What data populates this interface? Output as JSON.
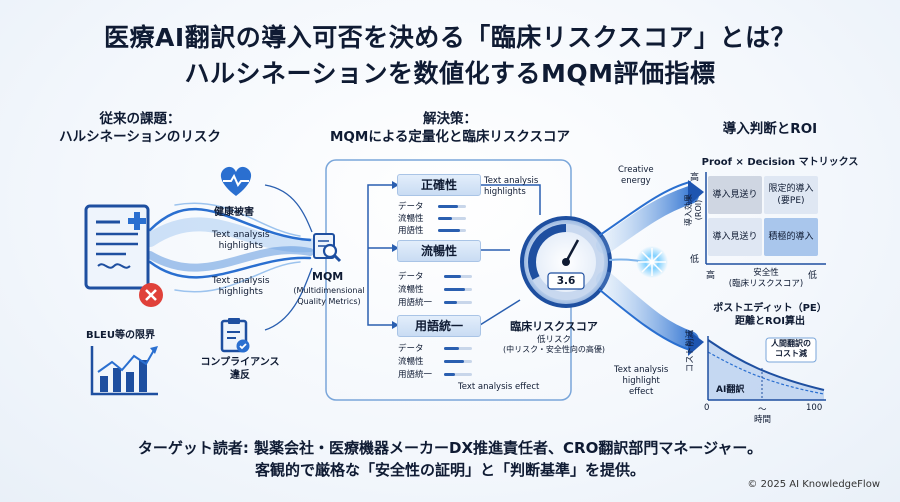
{
  "title_line1": "医療AI翻訳の導入可否を決める「臨床リスクスコア」とは？",
  "title_line2": "ハルシネーションを数値化するMQM評価指標",
  "left": {
    "heading": "従来の課題：\nハルシネーションのリスク",
    "health_harm": "健康被害",
    "text_analysis_1": "Text analysis\nhighlights",
    "text_analysis_2": "Text analysis\nhighlights",
    "compliance": "コンプライアンス\n違反",
    "bleu": "BLEU等の限界"
  },
  "middle": {
    "heading": "解決策：\nMQMによる定量化と臨床リスクスコア",
    "mqm_title": "MQM",
    "mqm_sub": "(Multidimensional\nQuality Metrics)",
    "metrics": [
      {
        "name": "正確性",
        "items": [
          "データ",
          "流暢性",
          "用語性"
        ]
      },
      {
        "name": "流暢性",
        "items": [
          "データ",
          "流暢性",
          "用語統一"
        ]
      },
      {
        "name": "用語統一",
        "items": [
          "データ",
          "流暢性",
          "用語統一"
        ]
      }
    ],
    "ta_highlights": "Text analysis\nhighlights",
    "ta_effect": "Text analysis effect",
    "gauge_value": "3.6",
    "score_title": "臨床リスクスコア",
    "score_sub1": "低リスク",
    "score_sub2": "(中リスク・安全性向の高優)"
  },
  "flow": {
    "creative": "Creative\nenergy",
    "ta_highlight_effect": "Text analysis\nhighlight\neffect"
  },
  "right": {
    "heading": "導入判断とROI",
    "matrix_title": "Proof × Decision マトリックス",
    "y_high": "高",
    "y_low": "低",
    "y_label": "導入効果\n(ROI)",
    "cells": [
      "導入見送り",
      "限定的導入\n(要PE)",
      "導入見送り",
      "積極的導入"
    ],
    "x_high": "高",
    "x_low": "低",
    "x_label": "安全性\n(臨床リスクスコア)",
    "pe_title": "ポストエディット（PE）\n距離とROI算出",
    "pe_y_label": "コスト削減",
    "pe_callout": "人間翻訳の\nコスト減",
    "pe_ai": "AI翻訳",
    "pe_x0": "0",
    "pe_xmid": "～",
    "pe_x100": "100",
    "pe_x_label": "時間"
  },
  "footer": {
    "line1": "ターゲット読者: 製薬会社・医療機器メーカーDX推進責任者、CRO翻訳部門マネージャー。",
    "line2": "客観的で厳格な「安全性の証明」と「判断基準」を提供。",
    "copyright": "© 2025 AI KnowledgeFlow"
  },
  "colors": {
    "navy": "#0f1b33",
    "blue": "#2a5fb0",
    "light_blue": "#cfe0f5",
    "red": "#e0413a"
  }
}
